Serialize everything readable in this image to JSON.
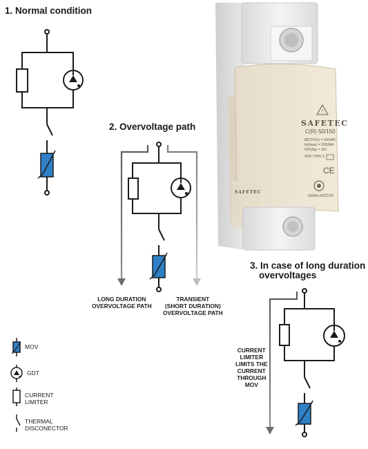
{
  "sections": {
    "normal": {
      "title": "1. Normal condition"
    },
    "overvoltage": {
      "title": "2. Overvoltage path",
      "long_label": [
        "LONG DURATION",
        "OVERVOLTAGE PATH"
      ],
      "transient_label": [
        "TRANSIENT",
        "(SHORT DURATION)",
        "OVERVOLTAGE PATH"
      ]
    },
    "long_duration": {
      "title": [
        "3. In case of long duration",
        "overvoltages"
      ],
      "limiter_note": [
        "CURRENT",
        "LIMITER",
        "LIMITS THE",
        "CURRENT",
        "THROUGH",
        "MOV"
      ]
    }
  },
  "legend": {
    "mov": "MOV",
    "gdt": "GDT",
    "limiter": [
      "CURRENT",
      "LIMITER"
    ],
    "disconnector": [
      "THERMAL",
      "DISCONECTOR"
    ]
  },
  "product": {
    "brand": "SAFETEC",
    "model": "C(R) 50/150",
    "specs": [
      "MCOV(U) = 150VAC",
      "In(Imax) = 20/50kA",
      "UP(Ut)p = 1kV"
    ],
    "type_label": "SPD TYPE 3",
    "ce_mark": "CE",
    "maker": "ISKRA ZAŠČITE",
    "side_brand": "SAFETEC"
  },
  "colors": {
    "mov_fill": "#2f7fc6",
    "body_gray": "#e9e9e9",
    "label_beige": "#efe6d6",
    "path_gray": "#8e8e8e"
  }
}
